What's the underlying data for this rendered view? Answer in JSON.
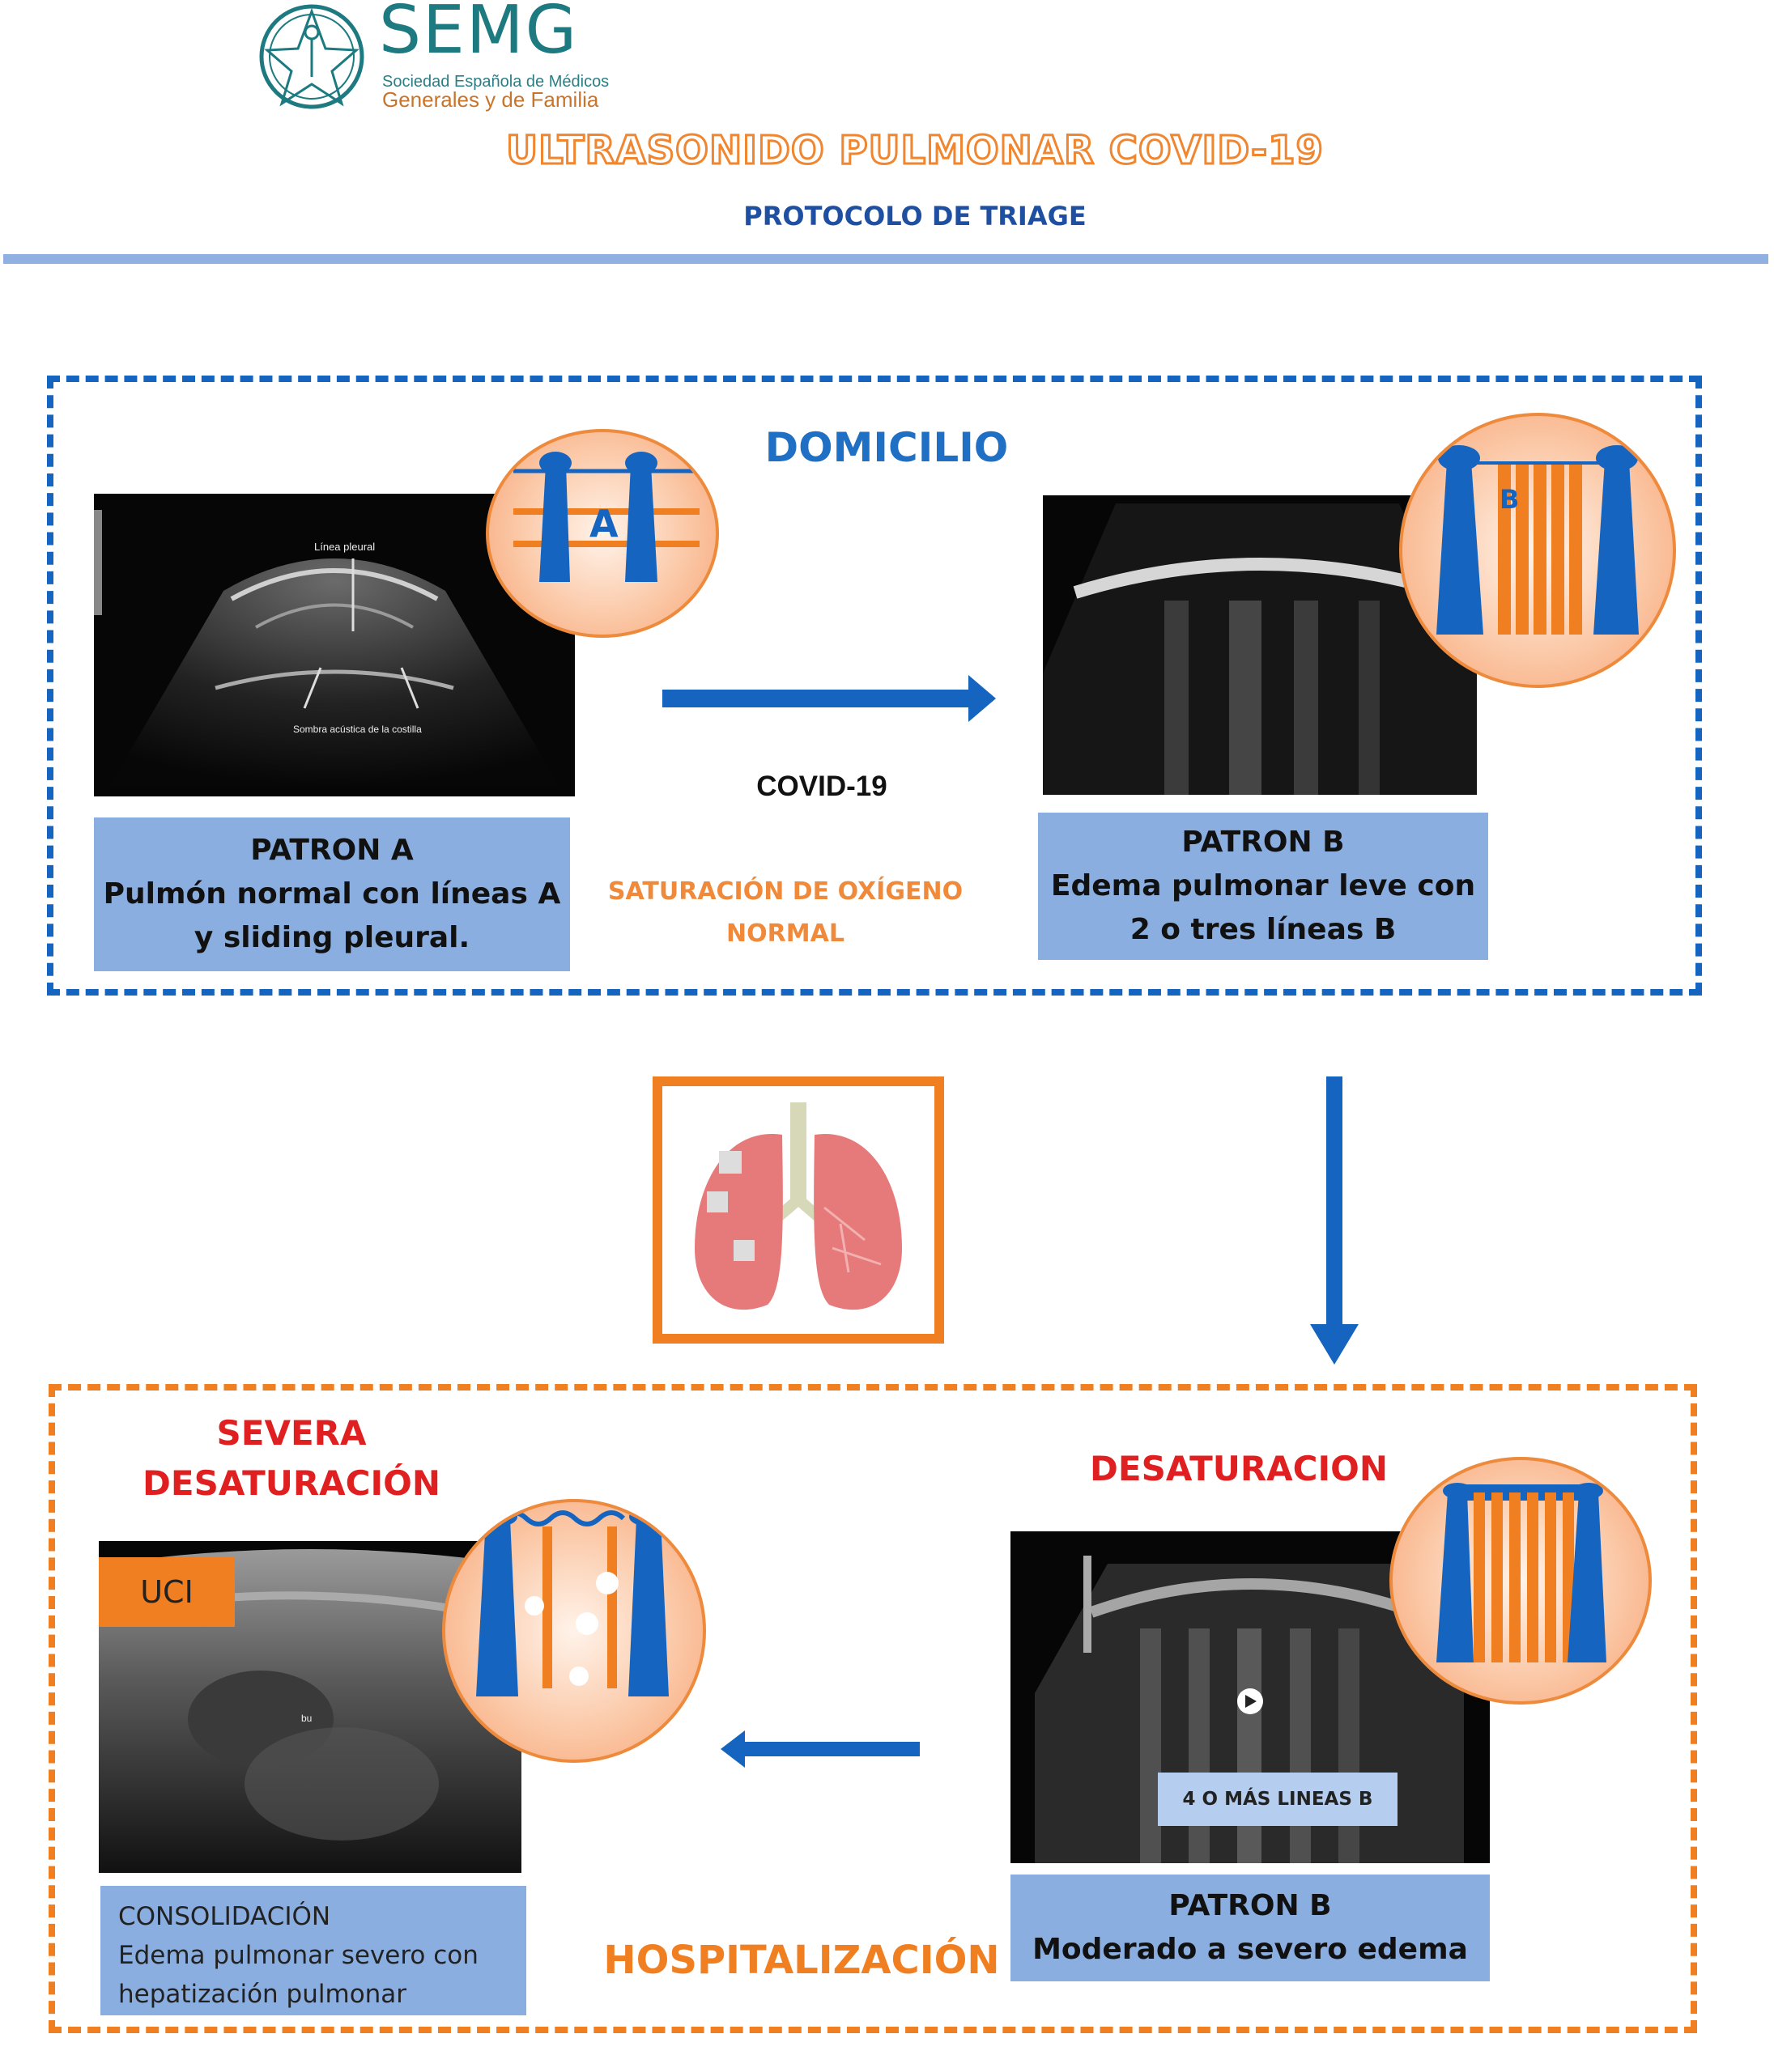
{
  "header": {
    "logo_mark": "SEMG",
    "logo_line1": "Sociedad Española de Médicos",
    "logo_line2": "Generales y de Familia",
    "title": "ULTRASONIDO PULMONAR COVID-19",
    "subtitle": "PROTOCOLO DE TRIAGE"
  },
  "domicilio": {
    "label": "DOMICILIO",
    "center_label": "COVID-19",
    "saturation_line1": "SATURACIÓN DE OXÍGENO",
    "saturation_line2": "NORMAL",
    "patron_a": {
      "us_label_top": "Línea pleural",
      "us_label_bottom": "Sombra acústica de la costilla",
      "icon_letter": "A",
      "line1": "PATRON A",
      "line2": "Pulmón normal con líneas A",
      "line3": "y sliding pleural."
    },
    "patron_b": {
      "icon_letter": "B",
      "line1": "PATRON B",
      "line2": "Edema pulmonar leve con",
      "line3": "2 o tres líneas B"
    }
  },
  "hospitalizacion": {
    "label": "HOSPITALIZACIÓN",
    "severa_line1": "SEVERA",
    "severa_line2": "DESATURACIÓN",
    "uci": "UCI",
    "consolidation_us_label": "bu",
    "consolidacion_line1": "CONSOLIDACIÓN",
    "consolidacion_line2": "Edema pulmonar severo con",
    "consolidacion_line3": "hepatización pulmonar",
    "desaturacion": "DESATURACION",
    "lineas_b_label": "4 O MÁS LINEAS B",
    "patron_b2_line1": "PATRON B",
    "patron_b2_line2": "Moderado a severo edema"
  },
  "colors": {
    "blue": "#1565c0",
    "orange": "#f07f22",
    "box_blue": "#8aaee0",
    "red": "#e02020"
  }
}
